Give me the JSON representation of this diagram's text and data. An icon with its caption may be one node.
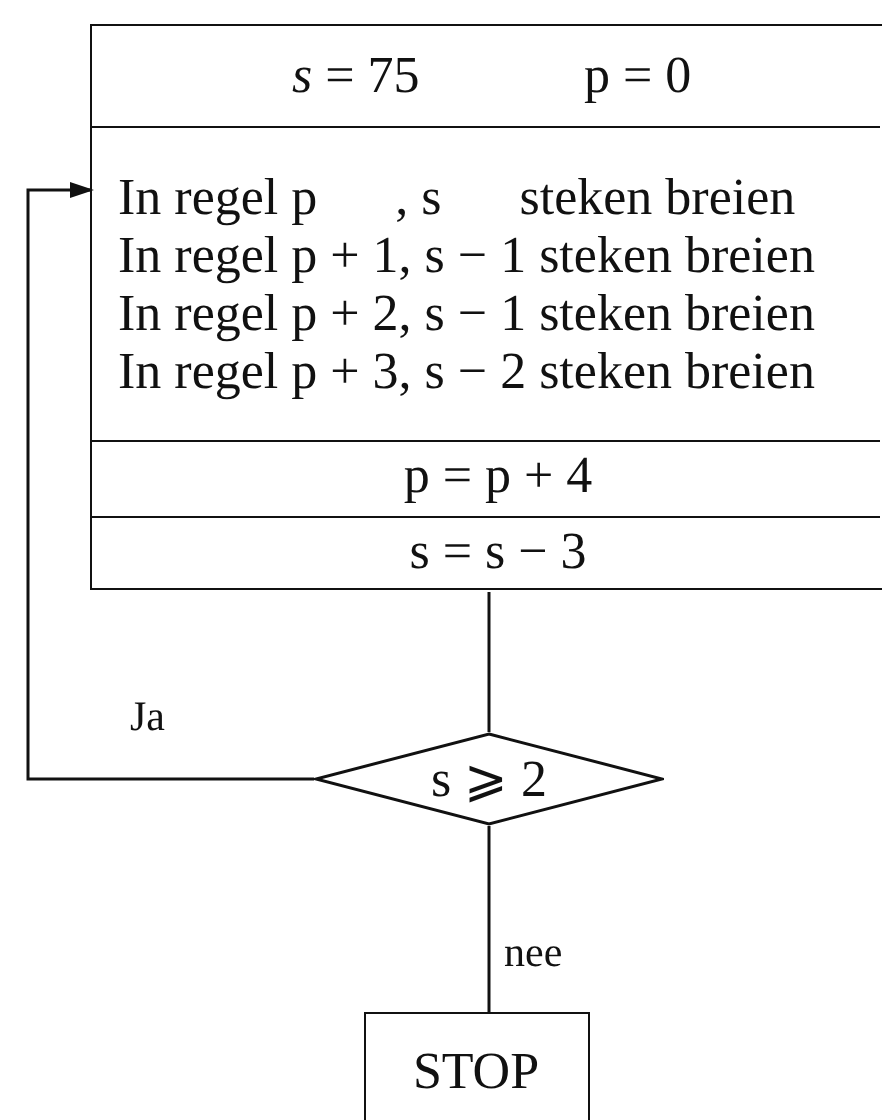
{
  "diagram": {
    "nodes": [
      {
        "text": [],
        "shape": "box"
      },
      {
        "text": [
          "*s* = 75",
          "p = 0"
        ],
        "in": 0
      },
      {
        "text": [
          "In regel p      , s      steken breien",
          "In regel p + 1, s − 1 steken breien",
          "In regel p + 2, s − 1 steken breien",
          "In regel p + 3, s − 2 steken breien"
        ],
        "in": 0
      },
      {
        "text": [
          "p = p + 4"
        ],
        "in": 0
      },
      {
        "text": [
          "s = s − 3"
        ],
        "in": 0
      },
      {
        "text": [
          "s ⩾ 2"
        ]
      },
      {
        "text": [
          "STOP"
        ]
      }
    ],
    "edges": [
      {
        "from": 4,
        "to": 5,
        "arrow": "none"
      },
      {
        "from": 5,
        "to": 2,
        "arrow": "to",
        "label": "Ja"
      },
      {
        "from": 5,
        "to": 6,
        "arrow": "none",
        "label": "nee"
      }
    ]
  }
}
